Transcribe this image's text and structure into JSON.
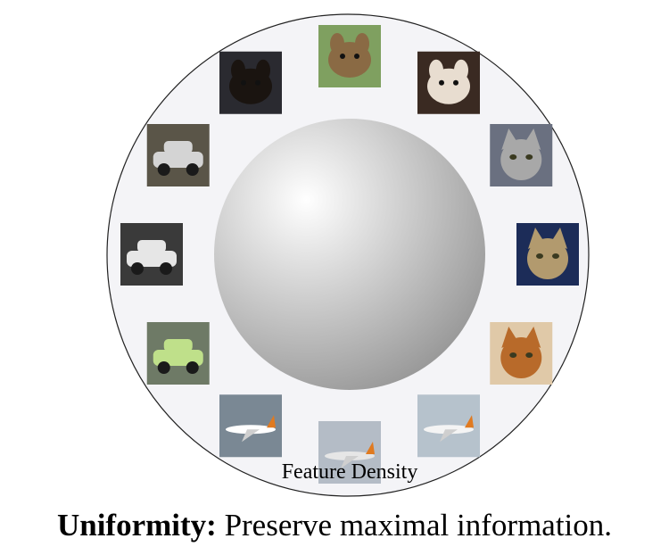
{
  "diagram": {
    "density_label": "Feature Density",
    "caption_bold": "Uniformity:",
    "caption_rest": " Preserve maximal information.",
    "colors": {
      "outer_fill": "#f4f4f7",
      "outer_stroke": "#222222",
      "sphere_highlight": "#ffffff",
      "sphere_shadow": "#9a9a9a"
    },
    "thumbnails": [
      {
        "name": "dog-terrier-thumbnail",
        "subject": "dog",
        "bg": "#7fa060",
        "fg": "#8a6a44"
      },
      {
        "name": "dog-jackrussell-thumbnail",
        "subject": "dog",
        "bg": "#3a2a22",
        "fg": "#e8ddd0"
      },
      {
        "name": "cat-grey-thumbnail",
        "subject": "cat",
        "bg": "#6a7080",
        "fg": "#a8a8a8"
      },
      {
        "name": "cat-tabby-thumbnail",
        "subject": "cat",
        "bg": "#1c2c58",
        "fg": "#b29a6e"
      },
      {
        "name": "cat-orange-thumbnail",
        "subject": "cat",
        "bg": "#e0c9a8",
        "fg": "#b86a2a"
      },
      {
        "name": "airplane-easyjet-thumbnail",
        "subject": "airplane",
        "bg": "#b6c2cc",
        "fg": "#f4f4f4"
      },
      {
        "name": "airplane-jet-thumbnail",
        "subject": "airplane",
        "bg": "#b4bcc6",
        "fg": "#e6e6e6"
      },
      {
        "name": "airplane-seaplane-thumbnail",
        "subject": "airplane",
        "bg": "#7a8894",
        "fg": "#ffffff"
      },
      {
        "name": "car-smart-thumbnail",
        "subject": "car",
        "bg": "#6e7a66",
        "fg": "#bfe08a"
      },
      {
        "name": "car-bmw-thumbnail",
        "subject": "car",
        "bg": "#3a3a3a",
        "fg": "#e6e6e6"
      },
      {
        "name": "car-cobra-thumbnail",
        "subject": "car",
        "bg": "#5a5548",
        "fg": "#d4d4d4"
      },
      {
        "name": "dog-black-thumbnail",
        "subject": "dog",
        "bg": "#2a2a30",
        "fg": "#1a1410"
      }
    ]
  }
}
